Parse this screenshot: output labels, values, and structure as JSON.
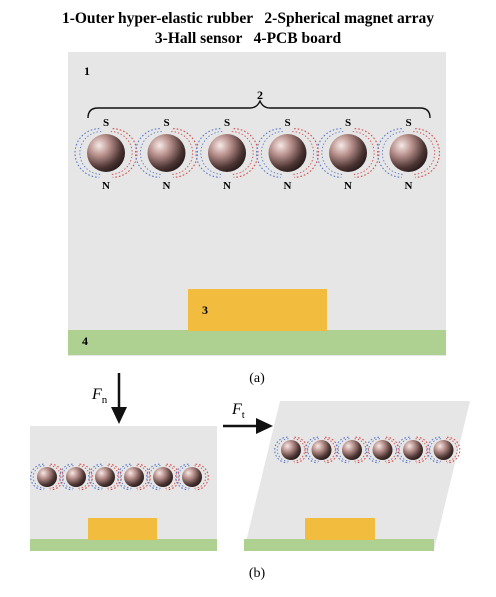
{
  "legend": {
    "line1": "1-Outer hyper-elastic rubber   2-Spherical magnet array",
    "line2": "3-Hall sensor   4-PCB board"
  },
  "panel_a": {
    "rubber_number": "1",
    "array_number": "2",
    "sensor_number": "3",
    "pcb_number": "4",
    "pole_top": "S",
    "pole_bottom": "N",
    "magnet_count": 6,
    "caption": "(a)"
  },
  "panel_b": {
    "normal_force_symbol": "F",
    "normal_force_subscript": "n",
    "tangential_force_symbol": "F",
    "tangential_force_subscript": "t",
    "caption": "(b)"
  },
  "colors": {
    "rubber": "#e6e6e6",
    "pcb": "#aed090",
    "sensor": "#f2bd3e",
    "field_blue": "#5a78c8",
    "field_red": "#d24a4a",
    "magnet_dark": "#2e2222",
    "magnet_light": "#f5e6e4"
  }
}
